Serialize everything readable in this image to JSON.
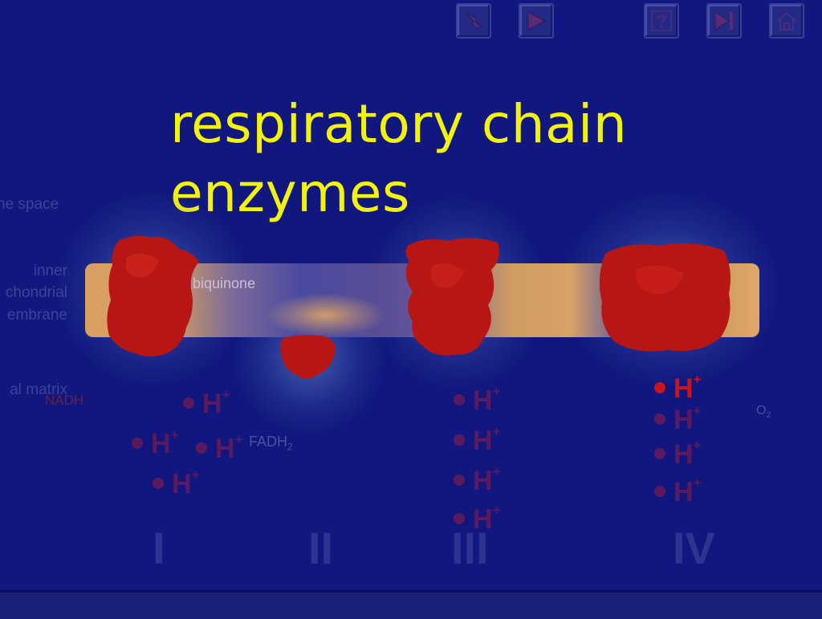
{
  "toolbar": {
    "buttons": [
      {
        "icon": "pointer-hand-icon"
      },
      {
        "icon": "play-icon"
      },
      {
        "icon": "help-question-icon"
      },
      {
        "icon": "skip-to-end-icon"
      },
      {
        "icon": "home-icon"
      }
    ]
  },
  "title": {
    "line1": "respiratory chain",
    "line2": "enzymes"
  },
  "side_labels": {
    "intermembrane": "ne space",
    "inner": "inner",
    "mitochondrial": "chondrial",
    "membrane": "embrane",
    "matrix": "al matrix"
  },
  "molecules": {
    "nadh": "NADH",
    "ubiquinone": "biquinone",
    "fadh2": "FADH",
    "fadh2_sub": "2",
    "o2": "O",
    "o2_sub": "2"
  },
  "protons": {
    "symbol": "H",
    "charge": "+"
  },
  "complexes": [
    "I",
    "II",
    "III",
    "IV"
  ],
  "colors": {
    "background": "#11177e",
    "title": "#f2f20a",
    "membrane": "#d8a060",
    "enzyme": "#b81515",
    "proton_faded": "#5b1a5e",
    "proton_bright": "#c8141e"
  }
}
